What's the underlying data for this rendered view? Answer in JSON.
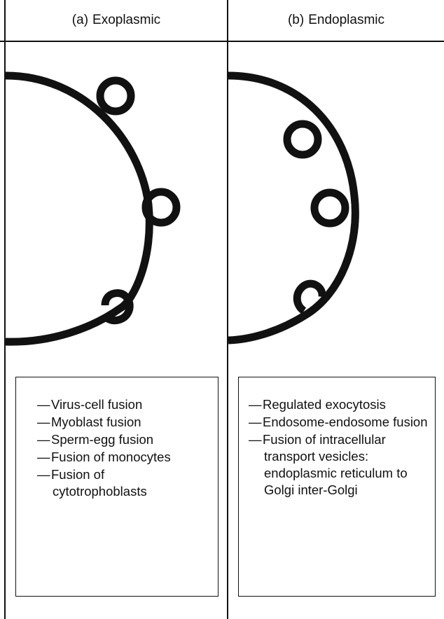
{
  "panels": [
    {
      "tag": "(a)",
      "title": "Exoplasmic",
      "items": [
        "Virus-cell fusion",
        "Myoblast fusion",
        "Sperm-egg fusion",
        "Fusion of monocytes",
        "Fusion of cytotrophoblasts"
      ]
    },
    {
      "tag": "(b)",
      "title": "Endoplasmic",
      "items": [
        "Regulated exocytosis",
        "Endosome-endosome fusion",
        "Fusion of intracellular transport vesicles: endoplasmic reticulum to Golgi inter-Golgi"
      ]
    }
  ],
  "colors": {
    "line": "#111111",
    "background": "#ffffff"
  }
}
